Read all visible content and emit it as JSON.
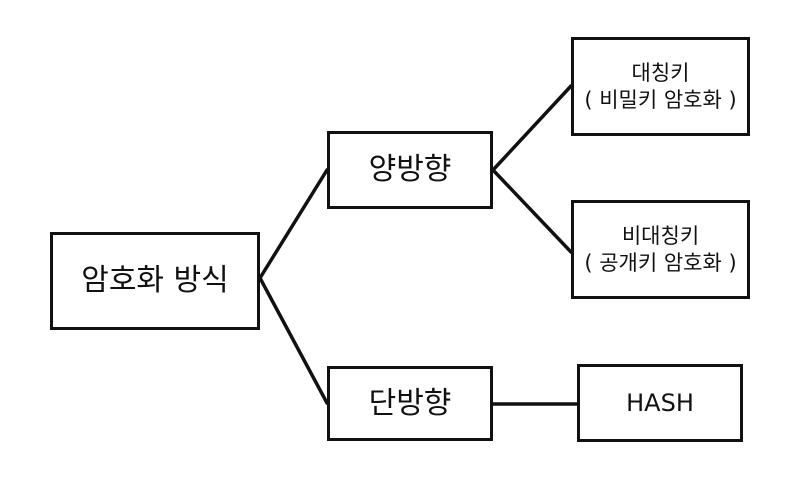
{
  "nodes": {
    "root": {
      "label": "암호화 방식"
    },
    "bidirectional": {
      "label": "양방향"
    },
    "unidirectional": {
      "label": "단방향"
    },
    "symmetric": {
      "label": "대칭키",
      "sublabel": "( 비밀키 암호화 )"
    },
    "asymmetric": {
      "label": "비대칭키",
      "sublabel": "( 공개키 암호화 )"
    },
    "hash": {
      "label": "HASH"
    }
  },
  "edges": [
    {
      "from": "root",
      "to": "bidirectional"
    },
    {
      "from": "root",
      "to": "unidirectional"
    },
    {
      "from": "bidirectional",
      "to": "symmetric"
    },
    {
      "from": "bidirectional",
      "to": "asymmetric"
    },
    {
      "from": "unidirectional",
      "to": "hash"
    }
  ],
  "colors": {
    "stroke": "#111111",
    "background": "#ffffff"
  }
}
